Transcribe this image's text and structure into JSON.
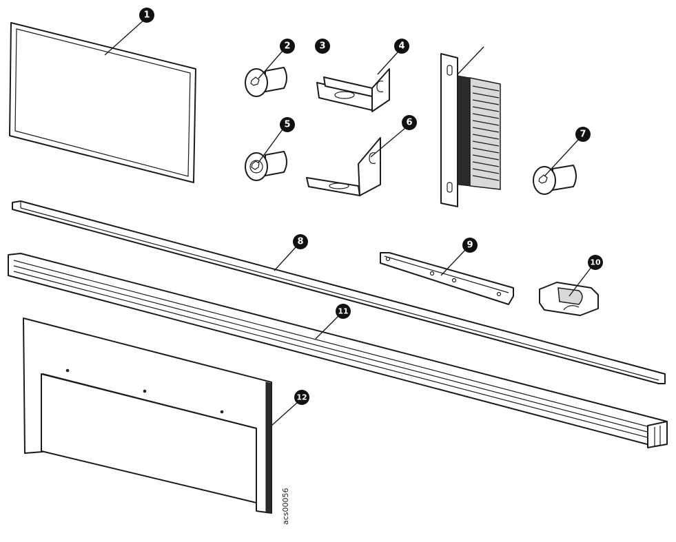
{
  "figure_id": "acs00056",
  "callouts": [
    {
      "id": "callout-1",
      "label": "1"
    },
    {
      "id": "callout-2",
      "label": "2"
    },
    {
      "id": "callout-3",
      "label": "3"
    },
    {
      "id": "callout-4",
      "label": "4"
    },
    {
      "id": "callout-5",
      "label": "5"
    },
    {
      "id": "callout-6",
      "label": "6"
    },
    {
      "id": "callout-7",
      "label": "7"
    },
    {
      "id": "callout-8",
      "label": "8"
    },
    {
      "id": "callout-9",
      "label": "9"
    },
    {
      "id": "callout-10",
      "label": "10"
    },
    {
      "id": "callout-11",
      "label": "11"
    },
    {
      "id": "callout-12",
      "label": "12"
    }
  ]
}
